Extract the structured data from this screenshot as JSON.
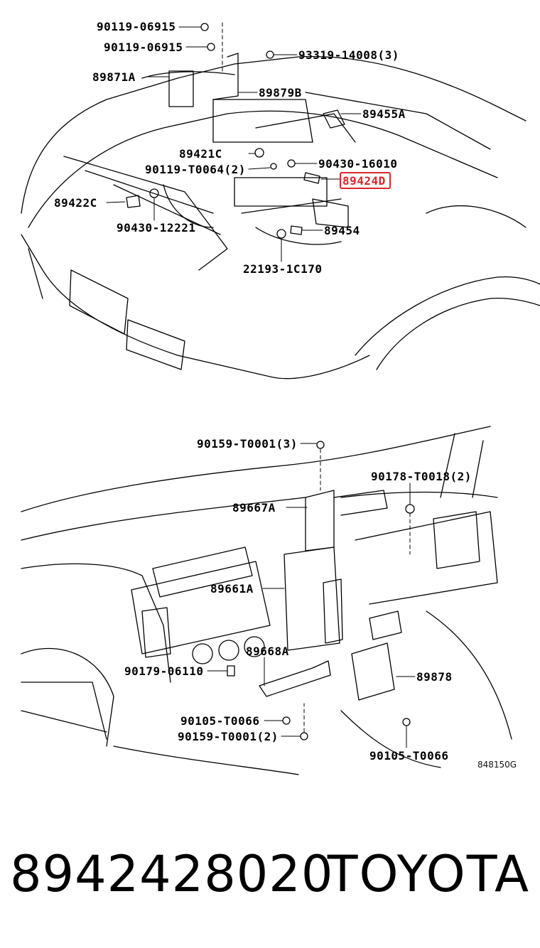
{
  "diagram": {
    "highlight_color": "#d9262c",
    "figure_code": "848150G",
    "top_labels": {
      "p1": "90119-06915",
      "p2": "90119-06915",
      "p3": "93319-14008(3)",
      "p4": "89871A",
      "p5": "89879B",
      "p6": "89455A",
      "p7": "89421C",
      "p8": "90119-T0064(2)",
      "p9": "90430-16010",
      "p10": "89424D",
      "p11": "89422C",
      "p12": "90430-12221",
      "p13": "89454",
      "p14": "22193-1C170"
    },
    "bottom_labels": {
      "q1": "90159-T0001(3)",
      "q2": "90178-T0018(2)",
      "q3": "89667A",
      "q4": "89661A",
      "q5": "89668A",
      "q6": "90179-06110",
      "q7": "89878",
      "q8": "90105-T0066",
      "q9": "90159-T0001(2)",
      "q10": "90105-T0066"
    }
  },
  "footer": {
    "part_number": "8942428020",
    "brand": "TOYOTA"
  }
}
